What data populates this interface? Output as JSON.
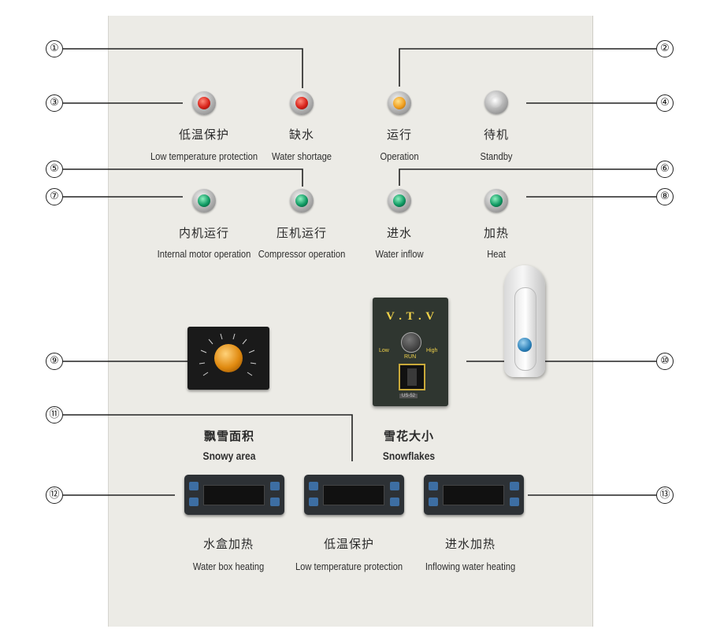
{
  "callouts": [
    "①",
    "②",
    "③",
    "④",
    "⑤",
    "⑥",
    "⑦",
    "⑧",
    "⑨",
    "⑩",
    "⑪",
    "⑫",
    "⑬"
  ],
  "indicators": [
    {
      "zh": "低温保护",
      "en": "Low temperature protection",
      "color": "red"
    },
    {
      "zh": "缺水",
      "en": "Water shortage",
      "color": "red"
    },
    {
      "zh": "运行",
      "en": "Operation",
      "color": "amber"
    },
    {
      "zh": "待机",
      "en": "Standby",
      "color": "white"
    },
    {
      "zh": "内机运行",
      "en": "Internal motor operation",
      "color": "green"
    },
    {
      "zh": "压机运行",
      "en": "Compressor operation",
      "color": "green"
    },
    {
      "zh": "进水",
      "en": "Water inflow",
      "color": "green"
    },
    {
      "zh": "加热",
      "en": "Heat",
      "color": "green"
    }
  ],
  "snowy_area": {
    "zh": "飘雪面积",
    "en": "Snowy area"
  },
  "snowflakes": {
    "zh": "雪花大小",
    "en": "Snowflakes"
  },
  "speed_controller": {
    "brand": "V . T . V",
    "low": "Low",
    "high": "High",
    "run": "RUN",
    "model": "US-52"
  },
  "controllers": [
    {
      "zh": "水盒加热",
      "en": "Water box heating"
    },
    {
      "zh": "低温保护",
      "en": "Low temperature protection"
    },
    {
      "zh": "进水加热",
      "en": "Inflowing water heating"
    }
  ],
  "colors": {
    "panel": "#ecebe6",
    "red": "#d8231a",
    "amber": "#f0a021",
    "green": "#0f9a63",
    "controller": "#2d3135"
  }
}
